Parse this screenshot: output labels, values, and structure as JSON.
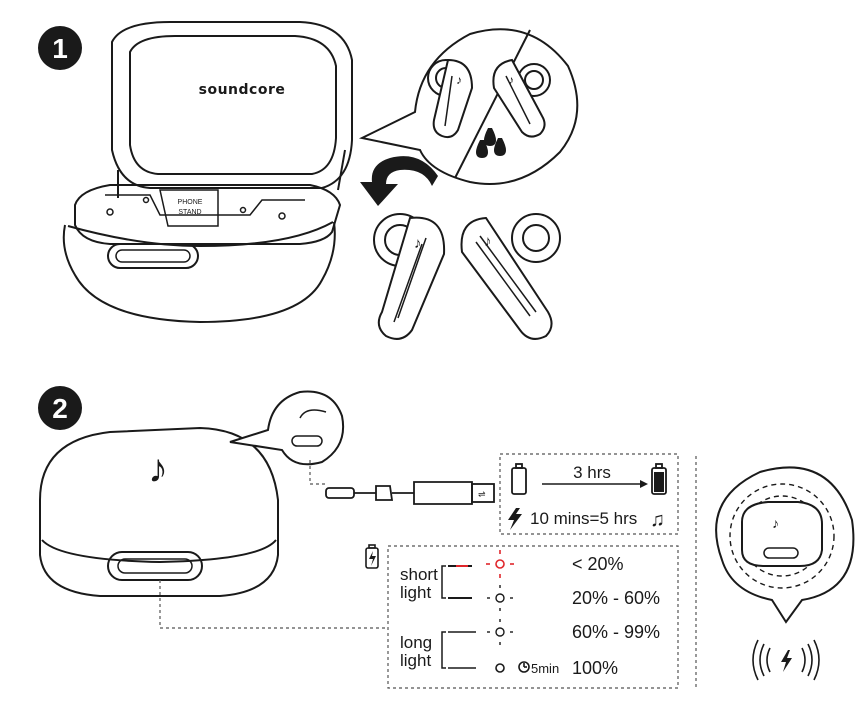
{
  "steps": {
    "step1": "1",
    "step2": "2"
  },
  "case_lid": {
    "brand": "soundcore"
  },
  "case_insert": {
    "label_line1": "PHONE",
    "label_line2": "STAND"
  },
  "charging": {
    "duration": "3 hrs",
    "fast_charge": "10 mins=5 hrs"
  },
  "led_table": {
    "group_short": [
      "short",
      "light"
    ],
    "group_long": [
      "long",
      "light"
    ],
    "levels": [
      "< 20%",
      "20% - 60%",
      "60% - 99%",
      "100%"
    ],
    "timer": "5min"
  },
  "colors": {
    "line": "#1a1a1a",
    "red_led": "#e0262b",
    "dashed": "#555555"
  },
  "icons": [
    "step-badge-icon",
    "earbud-icon",
    "water-drop-icon",
    "curved-arrow-icon",
    "usb-cable-icon",
    "battery-empty-icon",
    "battery-full-icon",
    "lightning-icon",
    "music-note-icon",
    "led-light-icon",
    "timer-icon",
    "wireless-charging-icon"
  ]
}
